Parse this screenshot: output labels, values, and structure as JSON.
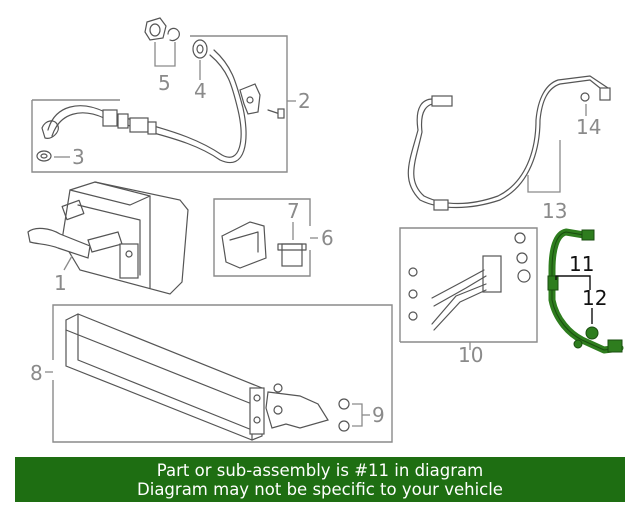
{
  "callouts": {
    "c1": "1",
    "c2": "2",
    "c3": "3",
    "c4": "4",
    "c5": "5",
    "c6": "6",
    "c7": "7",
    "c8": "8",
    "c9": "9",
    "c10": "10",
    "c11": "11",
    "c12": "12",
    "c13": "13",
    "c14": "14"
  },
  "banner": {
    "line1": "Part or sub-assembly is #11 in diagram",
    "line2": "Diagram may not be specific to your vehicle"
  },
  "colors": {
    "highlight_part": "#2e7d1e",
    "banner_bg": "#1e6e12",
    "banner_text": "#ffffff",
    "line_art": "#555555"
  }
}
